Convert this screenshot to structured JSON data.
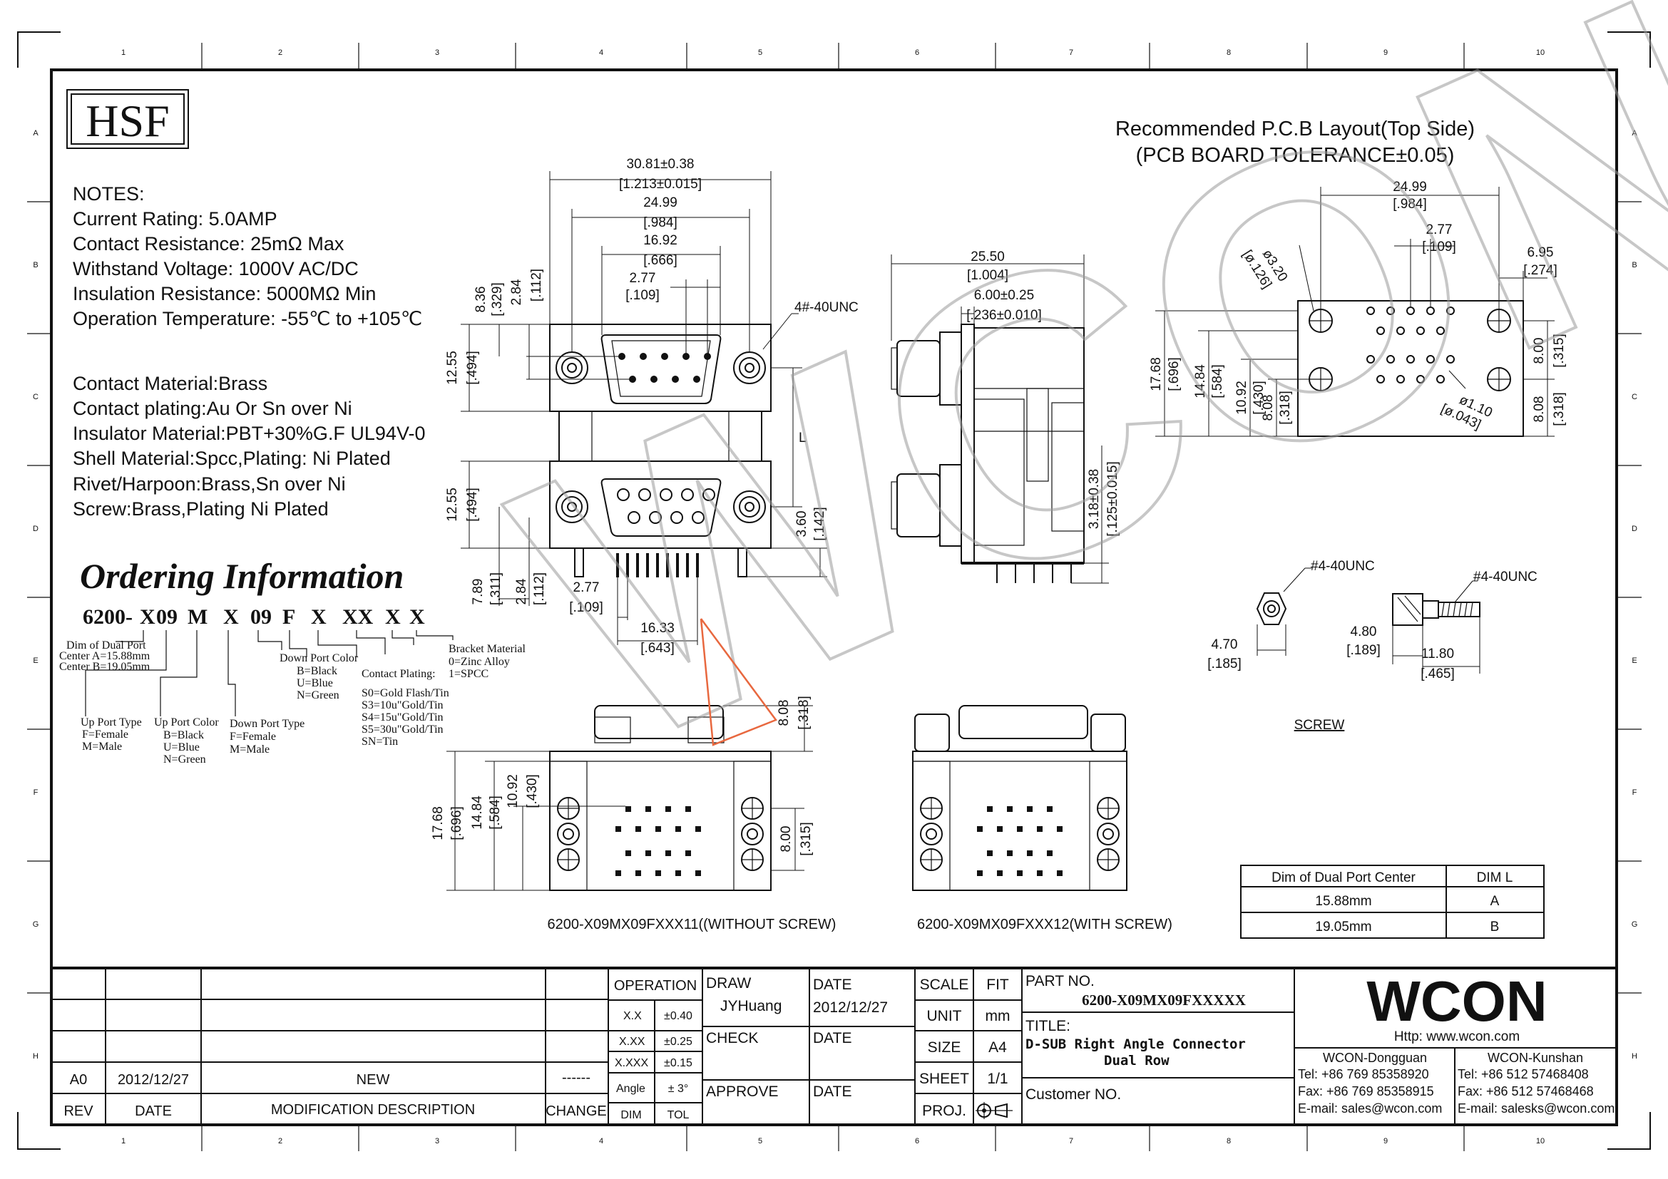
{
  "frame": {
    "col_labels": [
      "1",
      "2",
      "3",
      "4",
      "5",
      "6",
      "7",
      "8",
      "9",
      "10"
    ],
    "row_labels": [
      "A",
      "B",
      "C",
      "D",
      "E",
      "F",
      "G",
      "H"
    ]
  },
  "logo": {
    "text": "HSF"
  },
  "watermark": {
    "text": "WCON"
  },
  "notes": {
    "heading": "NOTES:",
    "lines": [
      "Current Rating: 5.0AMP",
      "Contact Resistance: 25mΩ Max",
      "Withstand Voltage: 1000V AC/DC",
      "Insulation Resistance: 5000MΩ Min",
      "Operation Temperature: -55℃ to +105℃"
    ],
    "materials": [
      "Contact Material:Brass",
      "Contact plating:Au Or Sn over Ni",
      "Insulator Material:PBT+30%G.F UL94V-0",
      "Shell Material:Spcc,Plating: Ni Plated",
      "Rivet/Harpoon:Brass,Sn over Ni",
      "Screw:Brass,Plating Ni Plated"
    ]
  },
  "ordering": {
    "title": "Ordering Information",
    "code_parts": [
      "6200-",
      "X",
      "09",
      "M",
      "X",
      "09",
      "F",
      "X",
      "XX",
      "X",
      "X"
    ],
    "legends": {
      "dim_dual": [
        "Dim of Dual Port",
        "Center A=15.88mm",
        "Center B=19.05mm"
      ],
      "up_type": [
        "Up Port Type",
        "F=Female",
        "M=Male"
      ],
      "up_color": [
        "Up Port Color",
        "B=Black",
        "U=Blue",
        "N=Green"
      ],
      "down_type": [
        "Down Port Type",
        "F=Female",
        "M=Male"
      ],
      "down_color": [
        "Down Port Color",
        "B=Black",
        "U=Blue",
        "N=Green"
      ],
      "plating": [
        "Contact Plating:",
        "S0=Gold Flash/Tin",
        "S3=10u\"Gold/Tin",
        "S4=15u\"Gold/Tin",
        "S5=30u\"Gold/Tin",
        "SN=Tin"
      ],
      "bracket": [
        "Bracket Material",
        "0=Zinc Alloy",
        "1=SPCC"
      ]
    }
  },
  "front_view": {
    "dims": {
      "w_overall": "30.81±0.38",
      "w_overall_in": "[1.213±0.015]",
      "w_mount": "24.99",
      "w_mount_in": "[.984]",
      "w_shell": "16.92",
      "w_shell_in": "[.666]",
      "pitch": "2.77",
      "pitch_in": "[.109]",
      "h1": "8.36",
      "h1_in": "[.329]",
      "h2": "2.84",
      "h2_in": "[.112]",
      "h_port": "12.55",
      "h_port_in": "[.494]",
      "screw": "4#-40UNC",
      "dim_l": "L",
      "h_pin": "3.60",
      "h_pin_in": "[.142]",
      "b1": "7.89",
      "b1_in": "[.311]",
      "b2": "2.84",
      "b2_in": "[.112]",
      "bpitch": "2.77",
      "bpitch_in": "[.109]",
      "bspan": "16.33",
      "bspan_in": "[.643]"
    }
  },
  "side_view": {
    "dims": {
      "depth": "25.50",
      "depth_in": "[1.004]",
      "flange": "6.00±0.25",
      "flange_in": "[.236±0.010]",
      "pin": "3.18±0.38",
      "pin_in": "[.125±0.015]"
    }
  },
  "pcb": {
    "title1": "Recommended P.C.B Layout(Top Side)",
    "title2": "(PCB BOARD TOLERANCE±0.05)",
    "dims": {
      "w": "24.99",
      "w_in": "[.984]",
      "pitch": "2.77",
      "pitch_in": "[.109]",
      "edge": "6.95",
      "edge_in": "[.274]",
      "hole_big": "ø3.20",
      "hole_big_in": "[ø.126]",
      "hole_small": "ø1.10",
      "hole_small_in": "[ø.043]",
      "h1": "17.68",
      "h1_in": "[.696]",
      "h2": "14.84",
      "h2_in": "[.584]",
      "h3": "10.92",
      "h3_in": "[.430]",
      "h4": "8.08",
      "h4_in": "[.318]",
      "r1": "8.00",
      "r1_in": "[.315]",
      "r2": "8.08",
      "r2_in": "[.318]"
    }
  },
  "screw": {
    "label": "SCREW",
    "thread1": "#4-40UNC",
    "thread2": "#4-40UNC",
    "d1": "4.70",
    "d1_in": "[.185]",
    "d2": "4.80",
    "d2_in": "[.189]",
    "len": "11.80",
    "len_in": "[.465]"
  },
  "bottom_views": {
    "left_caption": "6200-X09MX09FXXX11((WITHOUT SCREW)",
    "right_caption": "6200-X09MX09FXXX12(WITH SCREW)",
    "dims": {
      "top": "8.08",
      "top_in": "[.318]",
      "h1": "17.68",
      "h1_in": "[.696]",
      "h2": "14.84",
      "h2_in": "[.584]",
      "h3": "10.92",
      "h3_in": "[.430]",
      "r": "8.00",
      "r_in": "[.315]"
    }
  },
  "dim_table": {
    "headers": [
      "Dim of Dual Port Center",
      "DIM L"
    ],
    "rows": [
      [
        "15.88mm",
        "A"
      ],
      [
        "19.05mm",
        "B"
      ]
    ]
  },
  "title_block": {
    "rev_headers": [
      "REV",
      "DATE",
      "MODIFICATION DESCRIPTION",
      "CHANGE"
    ],
    "rev_row": [
      "A0",
      "2012/12/27",
      "NEW",
      "------"
    ],
    "operation": "OPERATION",
    "tolerances": [
      [
        "X.X",
        "±0.40"
      ],
      [
        "X.XX",
        "±0.25"
      ],
      [
        "X.XXX",
        "±0.15"
      ],
      [
        "Angle",
        "± 3°"
      ]
    ],
    "dim_label": "DIM",
    "tol_label": "TOL",
    "draw_label": "DRAW",
    "draw_name": "JYHuang",
    "check_label": "CHECK",
    "approve_label": "APPROVE",
    "date_label": "DATE",
    "draw_date": "2012/12/27",
    "scale_label": "SCALE",
    "scale_value": "FIT",
    "unit_label": "UNIT",
    "unit_value": "mm",
    "size_label": "SIZE",
    "size_value": "A4",
    "sheet_label": "SHEET",
    "sheet_value": "1/1",
    "proj_label": "PROJ.",
    "part_no_label": "PART NO.",
    "part_no": "6200-X09MX09FXXXXX",
    "title_label": "TITLE:",
    "title_line1": "D-SUB Right Angle Connector",
    "title_line2": "Dual Row",
    "customer_label": "Customer NO.",
    "company": "WCON",
    "web": "Http: www.wcon.com",
    "office1": {
      "name": "WCON-Dongguan",
      "tel": "Tel: +86 769 85358920",
      "fax": "Fax: +86 769 85358915",
      "email": "E-mail: sales@wcon.com"
    },
    "office2": {
      "name": "WCON-Kunshan",
      "tel": "Tel: +86 512 57468408",
      "fax": "Fax: +86 512 57468468",
      "email": "E-mail: salesks@wcon.com"
    }
  }
}
